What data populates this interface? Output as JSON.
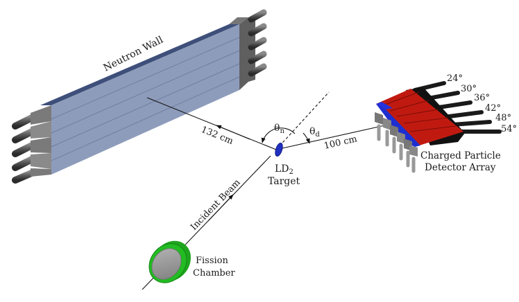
{
  "labels": {
    "neutron_wall": "Neutron Wall",
    "distance_neutron": "132 cm",
    "distance_detector": "100 cm",
    "theta_n": "θ",
    "theta_n_sub": "n",
    "theta_d": "θ",
    "theta_d_sub": "d",
    "target_line1": "LD",
    "target_line1_sub": "2",
    "target_line2": "Target",
    "incident_beam": "Incident Beam",
    "fission_line1": "Fission",
    "fission_line2": "Chamber",
    "array_line1": "Charged Particle",
    "array_line2": "Detector Array"
  },
  "angles": [
    "24°",
    "30°",
    "36°",
    "42°",
    "48°",
    "54°"
  ],
  "colors": {
    "wall_front": "#8e9cbb",
    "wall_top": "#3e4f7a",
    "wall_end": "#8a8a8a",
    "pmt": "#555555",
    "target": "#1f2fbf",
    "chamber_ring": "#22bb22",
    "chamber_face": "#9a9a9a",
    "detector_red": "#c01a10",
    "detector_blue": "#1d2fd0",
    "detector_black": "#111111"
  }
}
